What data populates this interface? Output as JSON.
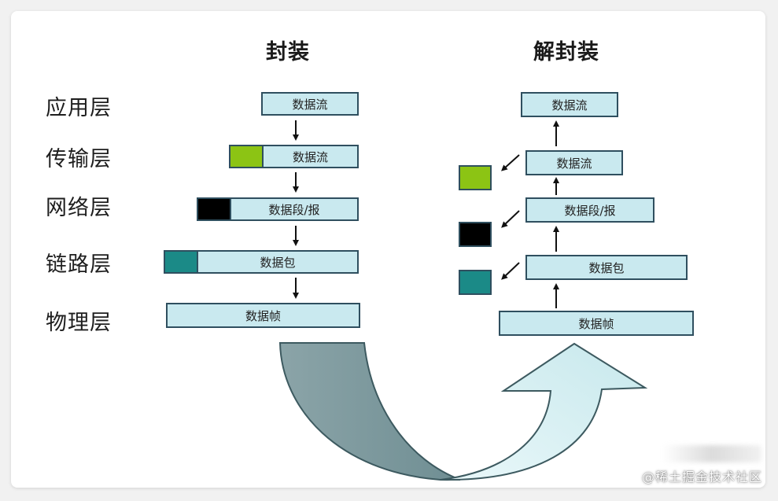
{
  "titles": {
    "encap": "封装",
    "decap": "解封装"
  },
  "layers": [
    "应用层",
    "传输层",
    "网络层",
    "链路层",
    "物理层"
  ],
  "encap_boxes": [
    "数据流",
    "数据流",
    "数据段/报",
    "数据包",
    "数据帧"
  ],
  "decap_boxes": [
    "数据流",
    "数据流",
    "数据段/报",
    "数据包",
    "数据帧"
  ],
  "colors": {
    "box_fill": "#c9e9ef",
    "border": "#2f4f5f",
    "transport_header": "#8cc414",
    "network_header": "#000000",
    "link_header": "#1b8a87",
    "arrow_dark": "#7f9ba0",
    "arrow_light": "#d3eff2"
  },
  "watermark": "@稀土掘金技术社区"
}
